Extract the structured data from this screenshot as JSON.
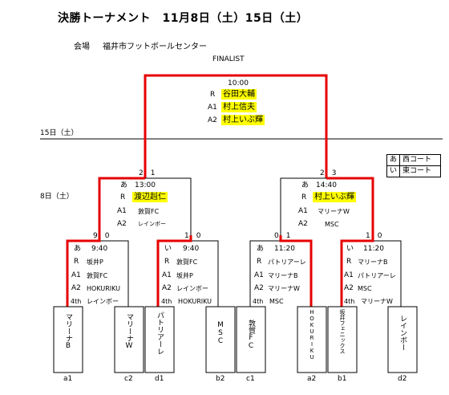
{
  "title": "決勝トーナメント　11月8日（土）15日（土）",
  "venue_label": "会場",
  "venue": "福井市フットボールセンター",
  "finalist_label": "FINALIST",
  "date_15": "15日（土）",
  "date_8": "8日（土）",
  "legend": [
    {
      "code": "あ",
      "court": "西コート"
    },
    {
      "code": "い",
      "court": "東コート"
    }
  ],
  "final": {
    "time": "10:00",
    "referees": [
      {
        "role": "R",
        "name": "谷田大輔"
      },
      {
        "role": "A1",
        "name": "村上信夫"
      },
      {
        "role": "A2",
        "name": "村上いぶ輝"
      }
    ]
  },
  "semis": [
    {
      "score": "2　1",
      "court": "あ",
      "time": "13:00",
      "referees": [
        {
          "role": "R",
          "name": "渡辺赳仁"
        },
        {
          "role": "A1",
          "name": "敦賀FC"
        },
        {
          "role": "A2",
          "name": "レインボー"
        }
      ]
    },
    {
      "score": "2　3",
      "court": "あ",
      "time": "14:40",
      "referees": [
        {
          "role": "R",
          "name": "村上いぶ輝"
        },
        {
          "role": "A1",
          "name": "マリーナW"
        },
        {
          "role": "A2",
          "name": "MSC"
        }
      ]
    }
  ],
  "quarters": [
    {
      "score": "9　0",
      "court": "あ",
      "time": "9:40",
      "referees": [
        {
          "role": "R",
          "name": "坂井P"
        },
        {
          "role": "A1",
          "name": "敦賀FC"
        },
        {
          "role": "A2",
          "name": "HOKURIKU"
        },
        {
          "role": "4th",
          "name": "レインボー"
        }
      ]
    },
    {
      "score": "1　0",
      "court": "い",
      "time": "9:40",
      "referees": [
        {
          "role": "R",
          "name": "敦賀FC"
        },
        {
          "role": "A1",
          "name": "坂井P"
        },
        {
          "role": "A2",
          "name": "レインボー"
        },
        {
          "role": "4th",
          "name": "HOKURIKU"
        }
      ]
    },
    {
      "score": "0　1",
      "court": "あ",
      "time": "11:20",
      "referees": [
        {
          "role": "R",
          "name": "パトリアーレ"
        },
        {
          "role": "A1",
          "name": "マリーナB"
        },
        {
          "role": "A2",
          "name": "マリーナW"
        },
        {
          "role": "4th",
          "name": "MSC"
        }
      ]
    },
    {
      "score": "1　0",
      "court": "い",
      "time": "11:20",
      "referees": [
        {
          "role": "R",
          "name": "マリーナB"
        },
        {
          "role": "A1",
          "name": "パトリアーレ"
        },
        {
          "role": "A2",
          "name": "MSC"
        },
        {
          "role": "4th",
          "name": "マリーナW"
        }
      ]
    }
  ],
  "teams": [
    {
      "name": "マリーナB",
      "seed": "a1"
    },
    {
      "name": "マリーナW",
      "seed": "c2"
    },
    {
      "name": "パトリアーレ",
      "seed": "d1"
    },
    {
      "name": "MSC",
      "seed": "b2"
    },
    {
      "name": "敦賀FC",
      "seed": "c1"
    },
    {
      "name": "HOKURIKU",
      "seed": "a2"
    },
    {
      "name": "坂井フェニックス",
      "seed": "b1"
    },
    {
      "name": "レインボー",
      "seed": "d2"
    }
  ],
  "colors": {
    "winner_line": "#e60000",
    "highlight": "#ffff00"
  }
}
